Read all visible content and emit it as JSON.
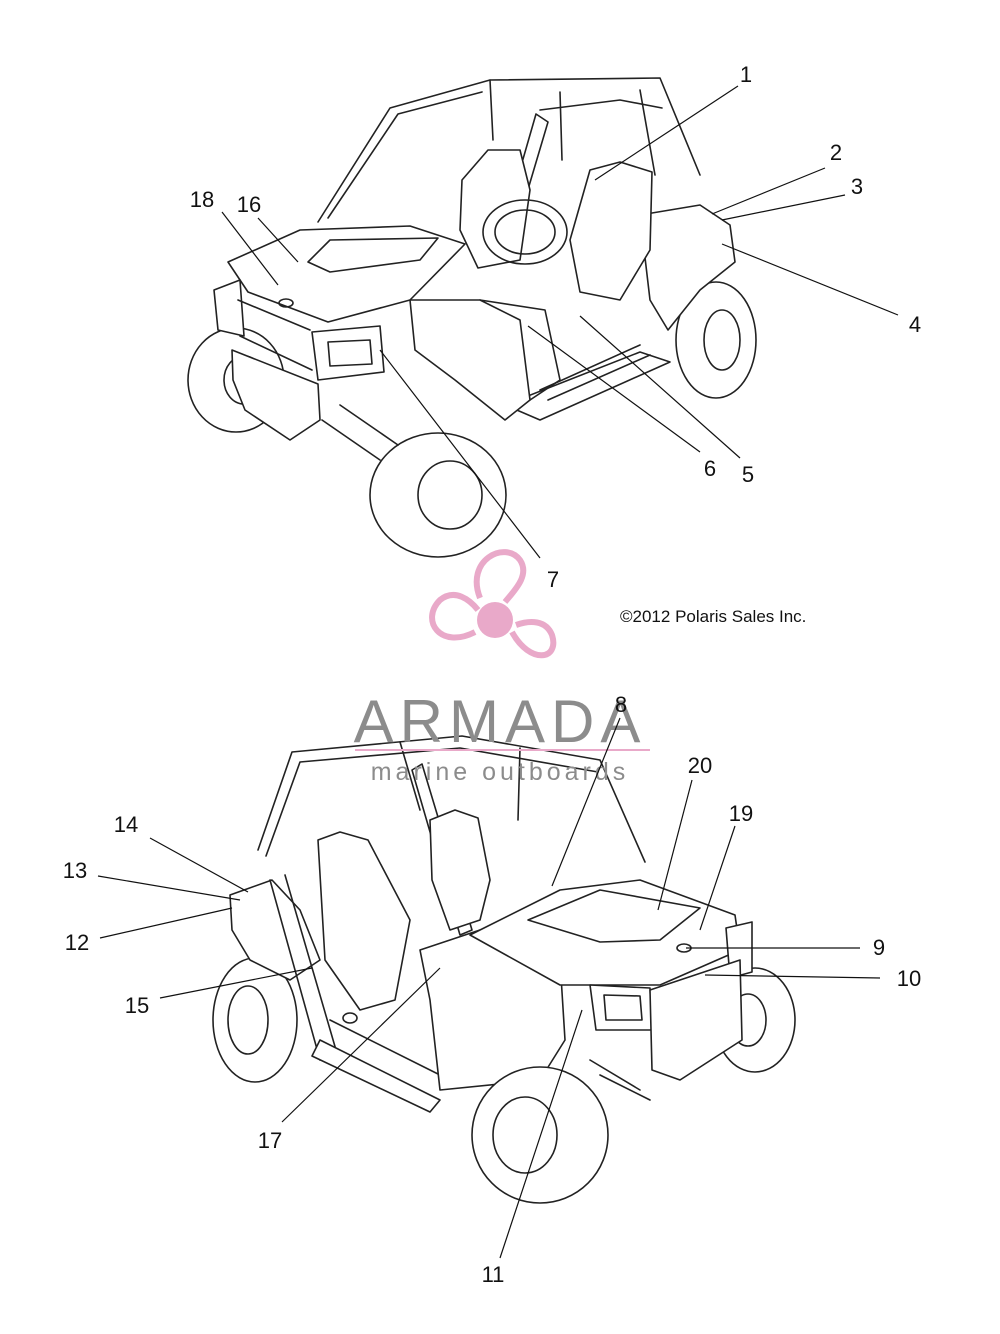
{
  "copyright": "©2012 Polaris Sales Inc.",
  "watermark": {
    "title": "ARMADA",
    "subtitle": "marine outboards",
    "logo_color": "#e9a9c9",
    "text_color": "#8c8c8c"
  },
  "callouts": {
    "c1": "1",
    "c2": "2",
    "c3": "3",
    "c4": "4",
    "c5": "5",
    "c6": "6",
    "c7": "7",
    "c8": "8",
    "c9": "9",
    "c10": "10",
    "c11": "11",
    "c12": "12",
    "c13": "13",
    "c14": "14",
    "c15": "15",
    "c16": "16",
    "c17": "17",
    "c18": "18",
    "c19": "19",
    "c20": "20"
  }
}
